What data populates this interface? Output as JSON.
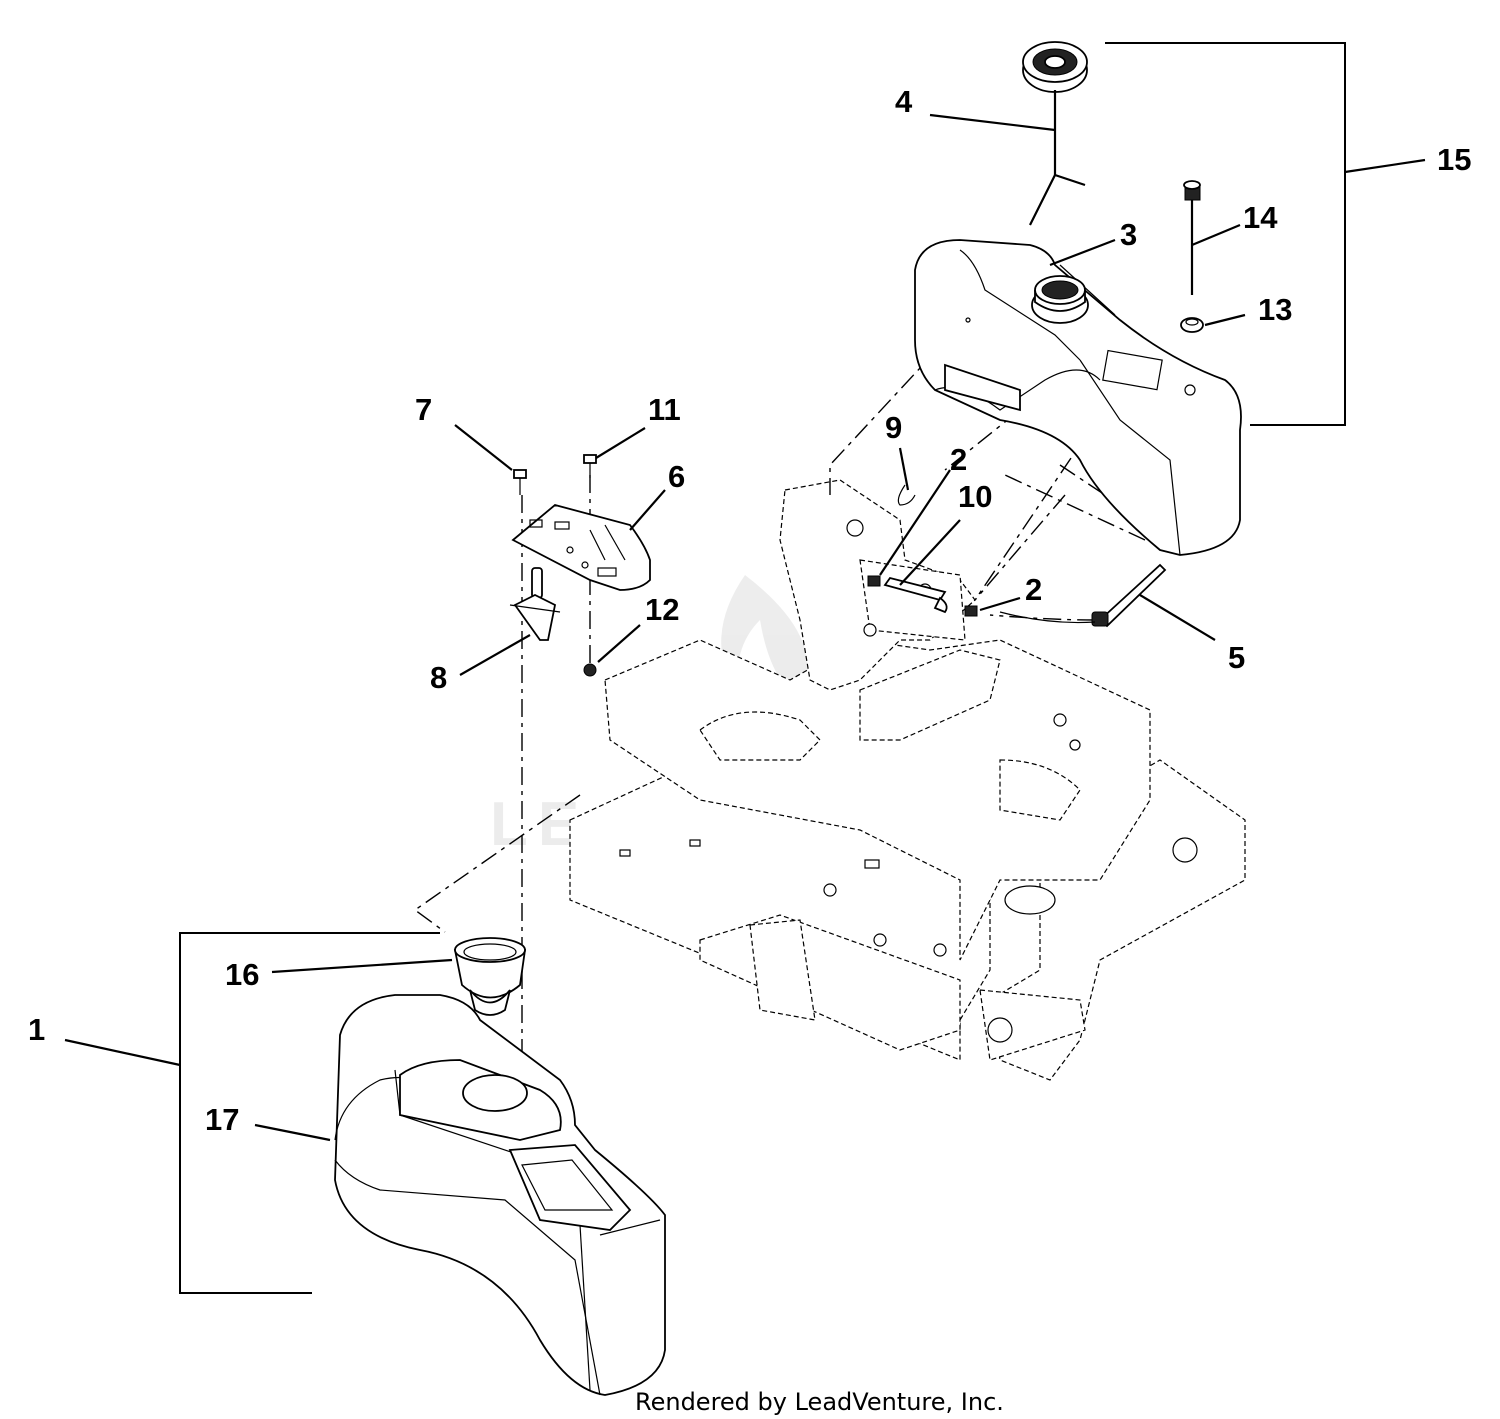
{
  "callouts": {
    "c1": "1",
    "c2a": "2",
    "c2b": "2",
    "c3": "3",
    "c4": "4",
    "c5": "5",
    "c6": "6",
    "c7": "7",
    "c8": "8",
    "c9": "9",
    "c10": "10",
    "c11": "11",
    "c12": "12",
    "c13": "13",
    "c14": "14",
    "c15": "15",
    "c16": "16",
    "c17": "17"
  },
  "footer": "Rendered by LeadVenture, Inc.",
  "watermark": "LEADVENTURE"
}
